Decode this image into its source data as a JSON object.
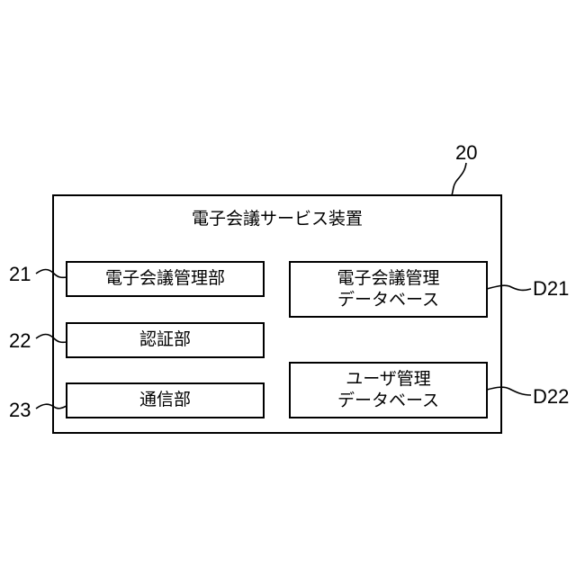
{
  "device": {
    "ref": "20",
    "title": "電子会議サービス装置"
  },
  "units": [
    {
      "ref": "21",
      "label": "電子会議管理部"
    },
    {
      "ref": "22",
      "label": "認証部"
    },
    {
      "ref": "23",
      "label": "通信部"
    }
  ],
  "databases": [
    {
      "ref": "D21",
      "line1": "電子会議管理",
      "line2": "データベース"
    },
    {
      "ref": "D22",
      "line1": "ユーザ管理",
      "line2": "データベース"
    }
  ]
}
